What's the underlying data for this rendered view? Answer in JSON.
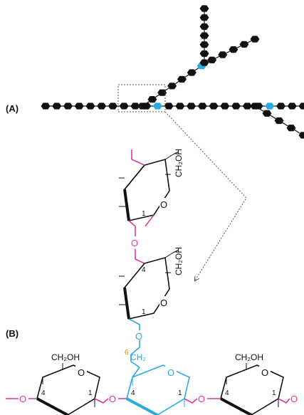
{
  "panel_labels": {
    "a": "(A)",
    "b": "(B)"
  },
  "labels": {
    "ch2oh": "CH₂OH",
    "ring_o": "O",
    "link_o": "O",
    "c1": "1",
    "c4": "4",
    "c6": "6",
    "ch2": "CH₂"
  },
  "colors": {
    "glucose": "#111111",
    "branch_point": "#29abe2",
    "alpha_1_4_link": "#e0389a",
    "alpha_1_6_link": "#29abe2",
    "callout": "#555555"
  }
}
